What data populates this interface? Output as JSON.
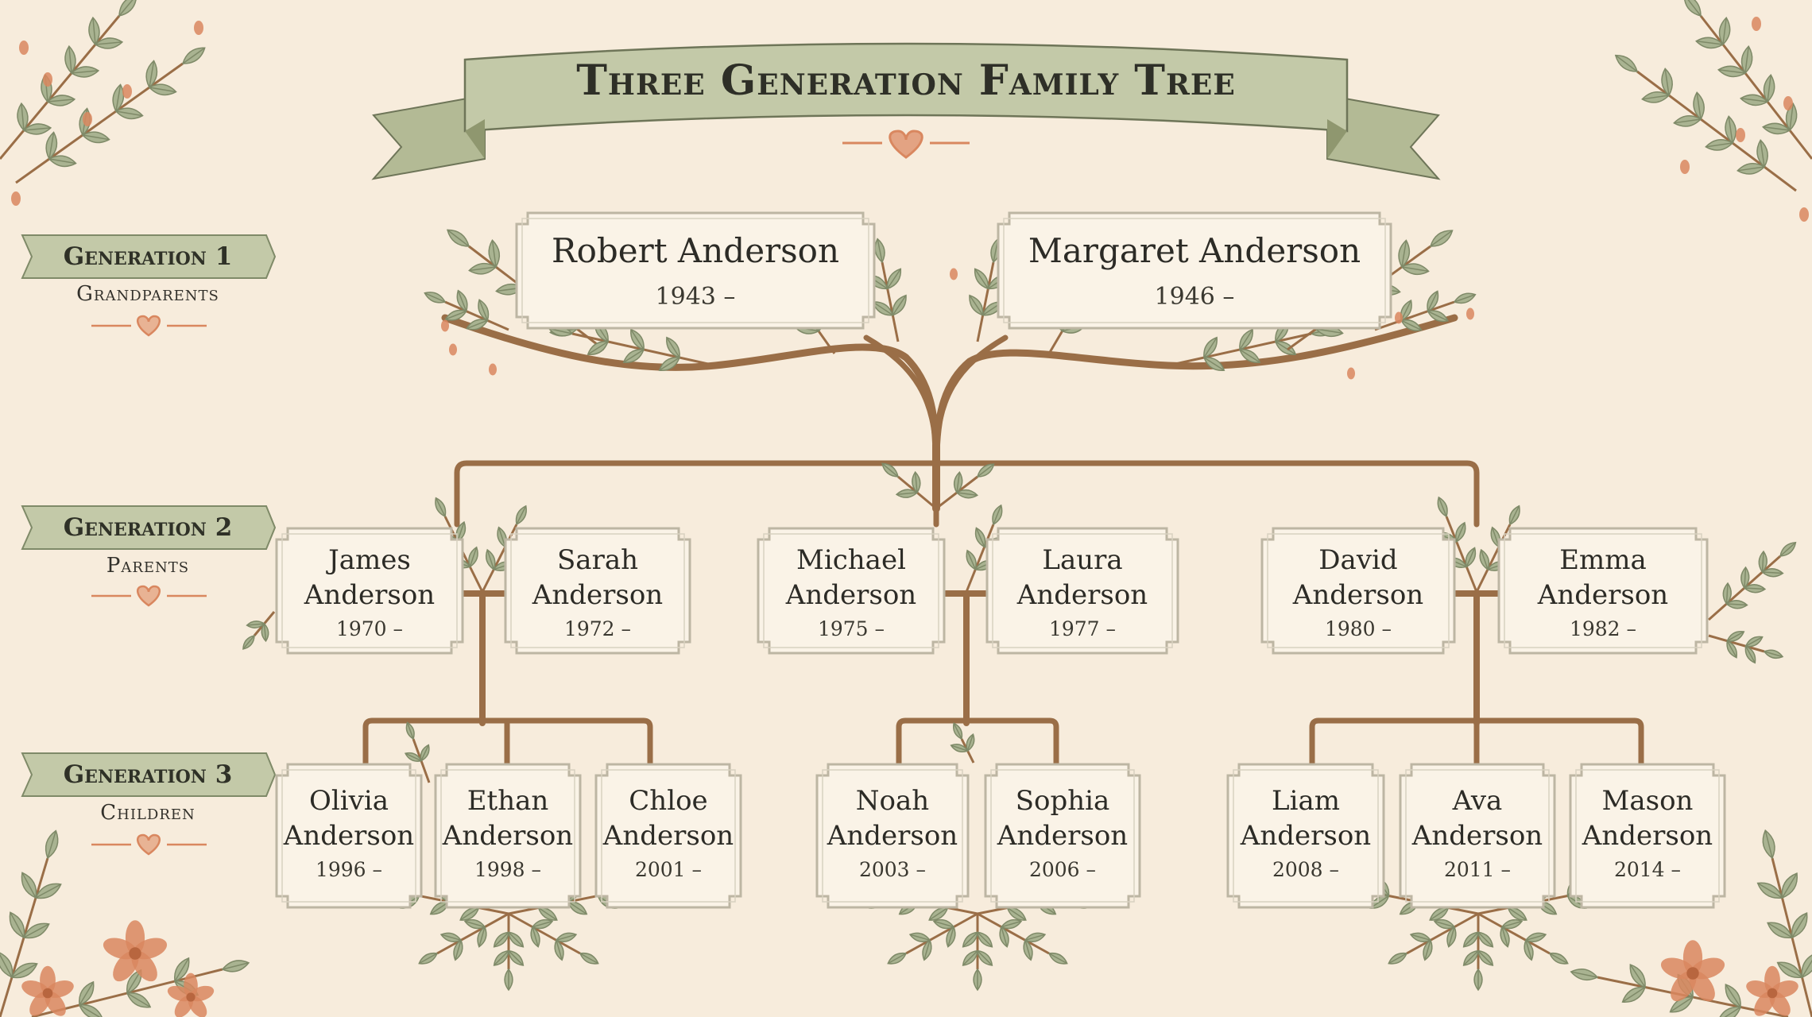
{
  "title": "Three Generation Family Tree",
  "colors": {
    "background": "#f7ecdc",
    "ribbon": "#c3c9a8",
    "ribbon_dark": "#9aa27f",
    "branch": "#9a6e47",
    "leaf": "#a9b391",
    "leaf_dark": "#7f8a68",
    "flower": "#d9875f",
    "card_border": "#bdb6a3",
    "ink": "#2e2f27"
  },
  "generations": [
    {
      "label": "Generation 1",
      "sub": "Grandparents"
    },
    {
      "label": "Generation 2",
      "sub": "Parents"
    },
    {
      "label": "Generation 3",
      "sub": "Children"
    }
  ],
  "grandparents": [
    {
      "first": "Robert Anderson",
      "last": "",
      "born": "1943 –"
    },
    {
      "first": "Margaret Anderson",
      "last": "",
      "born": "1946 –"
    }
  ],
  "parents": [
    {
      "first": "James",
      "last": "Anderson",
      "born": "1970 –"
    },
    {
      "first": "Sarah",
      "last": "Anderson",
      "born": "1972 –"
    },
    {
      "first": "Michael",
      "last": "Anderson",
      "born": "1975 –"
    },
    {
      "first": "Laura",
      "last": "Anderson",
      "born": "1977 –"
    },
    {
      "first": "David",
      "last": "Anderson",
      "born": "1980 –"
    },
    {
      "first": "Emma",
      "last": "Anderson",
      "born": "1982 –"
    }
  ],
  "children": [
    {
      "first": "Olivia",
      "last": "Anderson",
      "born": "1996 –"
    },
    {
      "first": "Ethan",
      "last": "Anderson",
      "born": "1998 –"
    },
    {
      "first": "Chloe",
      "last": "Anderson",
      "born": "2001 –"
    },
    {
      "first": "Noah",
      "last": "Anderson",
      "born": "2003 –"
    },
    {
      "first": "Sophia",
      "last": "Anderson",
      "born": "2006 –"
    },
    {
      "first": "Liam",
      "last": "Anderson",
      "born": "2008 –"
    },
    {
      "first": "Ava",
      "last": "Anderson",
      "born": "2011 –"
    },
    {
      "first": "Mason",
      "last": "Anderson",
      "born": "2014 –"
    }
  ]
}
